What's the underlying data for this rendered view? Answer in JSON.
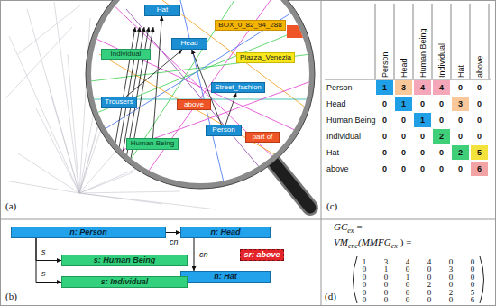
{
  "diagram": {
    "nodes": [
      {
        "text": [
          "Hat"
        ]
      },
      {
        "text": [
          "BOX_0_82_94_288"
        ]
      },
      {
        "text": [
          "Head"
        ]
      },
      {
        "text": [
          "Individual"
        ]
      },
      {
        "text": [
          "Piazza_Venezia"
        ]
      },
      {
        "text": [
          "Street_fashion"
        ]
      },
      {
        "text": [
          "Trousers"
        ]
      },
      {
        "text": [
          "above"
        ]
      },
      {
        "text": [
          "Person"
        ]
      },
      {
        "text": [
          "part of"
        ]
      },
      {
        "text": [
          "Human Being"
        ]
      },
      {
        "text": [
          "n: Person"
        ]
      },
      {
        "text": [
          "n: Head"
        ]
      },
      {
        "text": [
          "sr: above"
        ]
      },
      {
        "text": [
          "s: Human Being"
        ]
      },
      {
        "text": [
          "n: Hat"
        ]
      },
      {
        "text": [
          "s: Individual"
        ]
      }
    ],
    "edges": [
      {
        "from": 10,
        "to": 0,
        "arrow": "to"
      },
      {
        "from": 6,
        "to": 2,
        "arrow": "to"
      },
      {
        "from": 8,
        "to": 2,
        "arrow": "to"
      },
      {
        "from": 8,
        "to": 5,
        "arrow": "to"
      },
      {
        "from": 11,
        "to": 12,
        "label": "cn",
        "arrow": "to"
      },
      {
        "from": 11,
        "to": 14,
        "label": "s",
        "arrow": "to"
      },
      {
        "from": 11,
        "to": 16,
        "label": "s",
        "arrow": "to"
      },
      {
        "from": 12,
        "to": 15,
        "label": "cn",
        "arrow": "to"
      },
      {
        "from": 15,
        "to": 13,
        "arrow": "none"
      }
    ],
    "labels": [
      "(a)",
      "(b)",
      "(c)",
      "(d)",
      "Person",
      "Head",
      "Human Being",
      "Individual",
      "Hat",
      "above",
      "Person",
      "1",
      "3",
      "4",
      "4",
      "0",
      "0",
      "Head",
      "0",
      "1",
      "0",
      "0",
      "3",
      "0",
      "Human Being",
      "0",
      "0",
      "1",
      "0",
      "0",
      "0",
      "Individual",
      "0",
      "0",
      "0",
      "2",
      "0",
      "0",
      "Hat",
      "0",
      "0",
      "0",
      "0",
      "2",
      "5",
      "above",
      "0",
      "0",
      "0",
      "0",
      "0",
      "6",
      "GC",
      "ex",
      "=",
      "VM",
      "enc",
      "(MMFG",
      "ex",
      ") =",
      "1",
      "3",
      "4",
      "4",
      "0",
      "0",
      "0",
      "1",
      "0",
      "0",
      "3",
      "0",
      "0",
      "0",
      "1",
      "0",
      "0",
      "0",
      "0",
      "0",
      "0",
      "2",
      "0",
      "0",
      "0",
      "0",
      "0",
      "0",
      "2",
      "5",
      "0",
      "0",
      "0",
      "0",
      "0",
      "6"
    ]
  }
}
